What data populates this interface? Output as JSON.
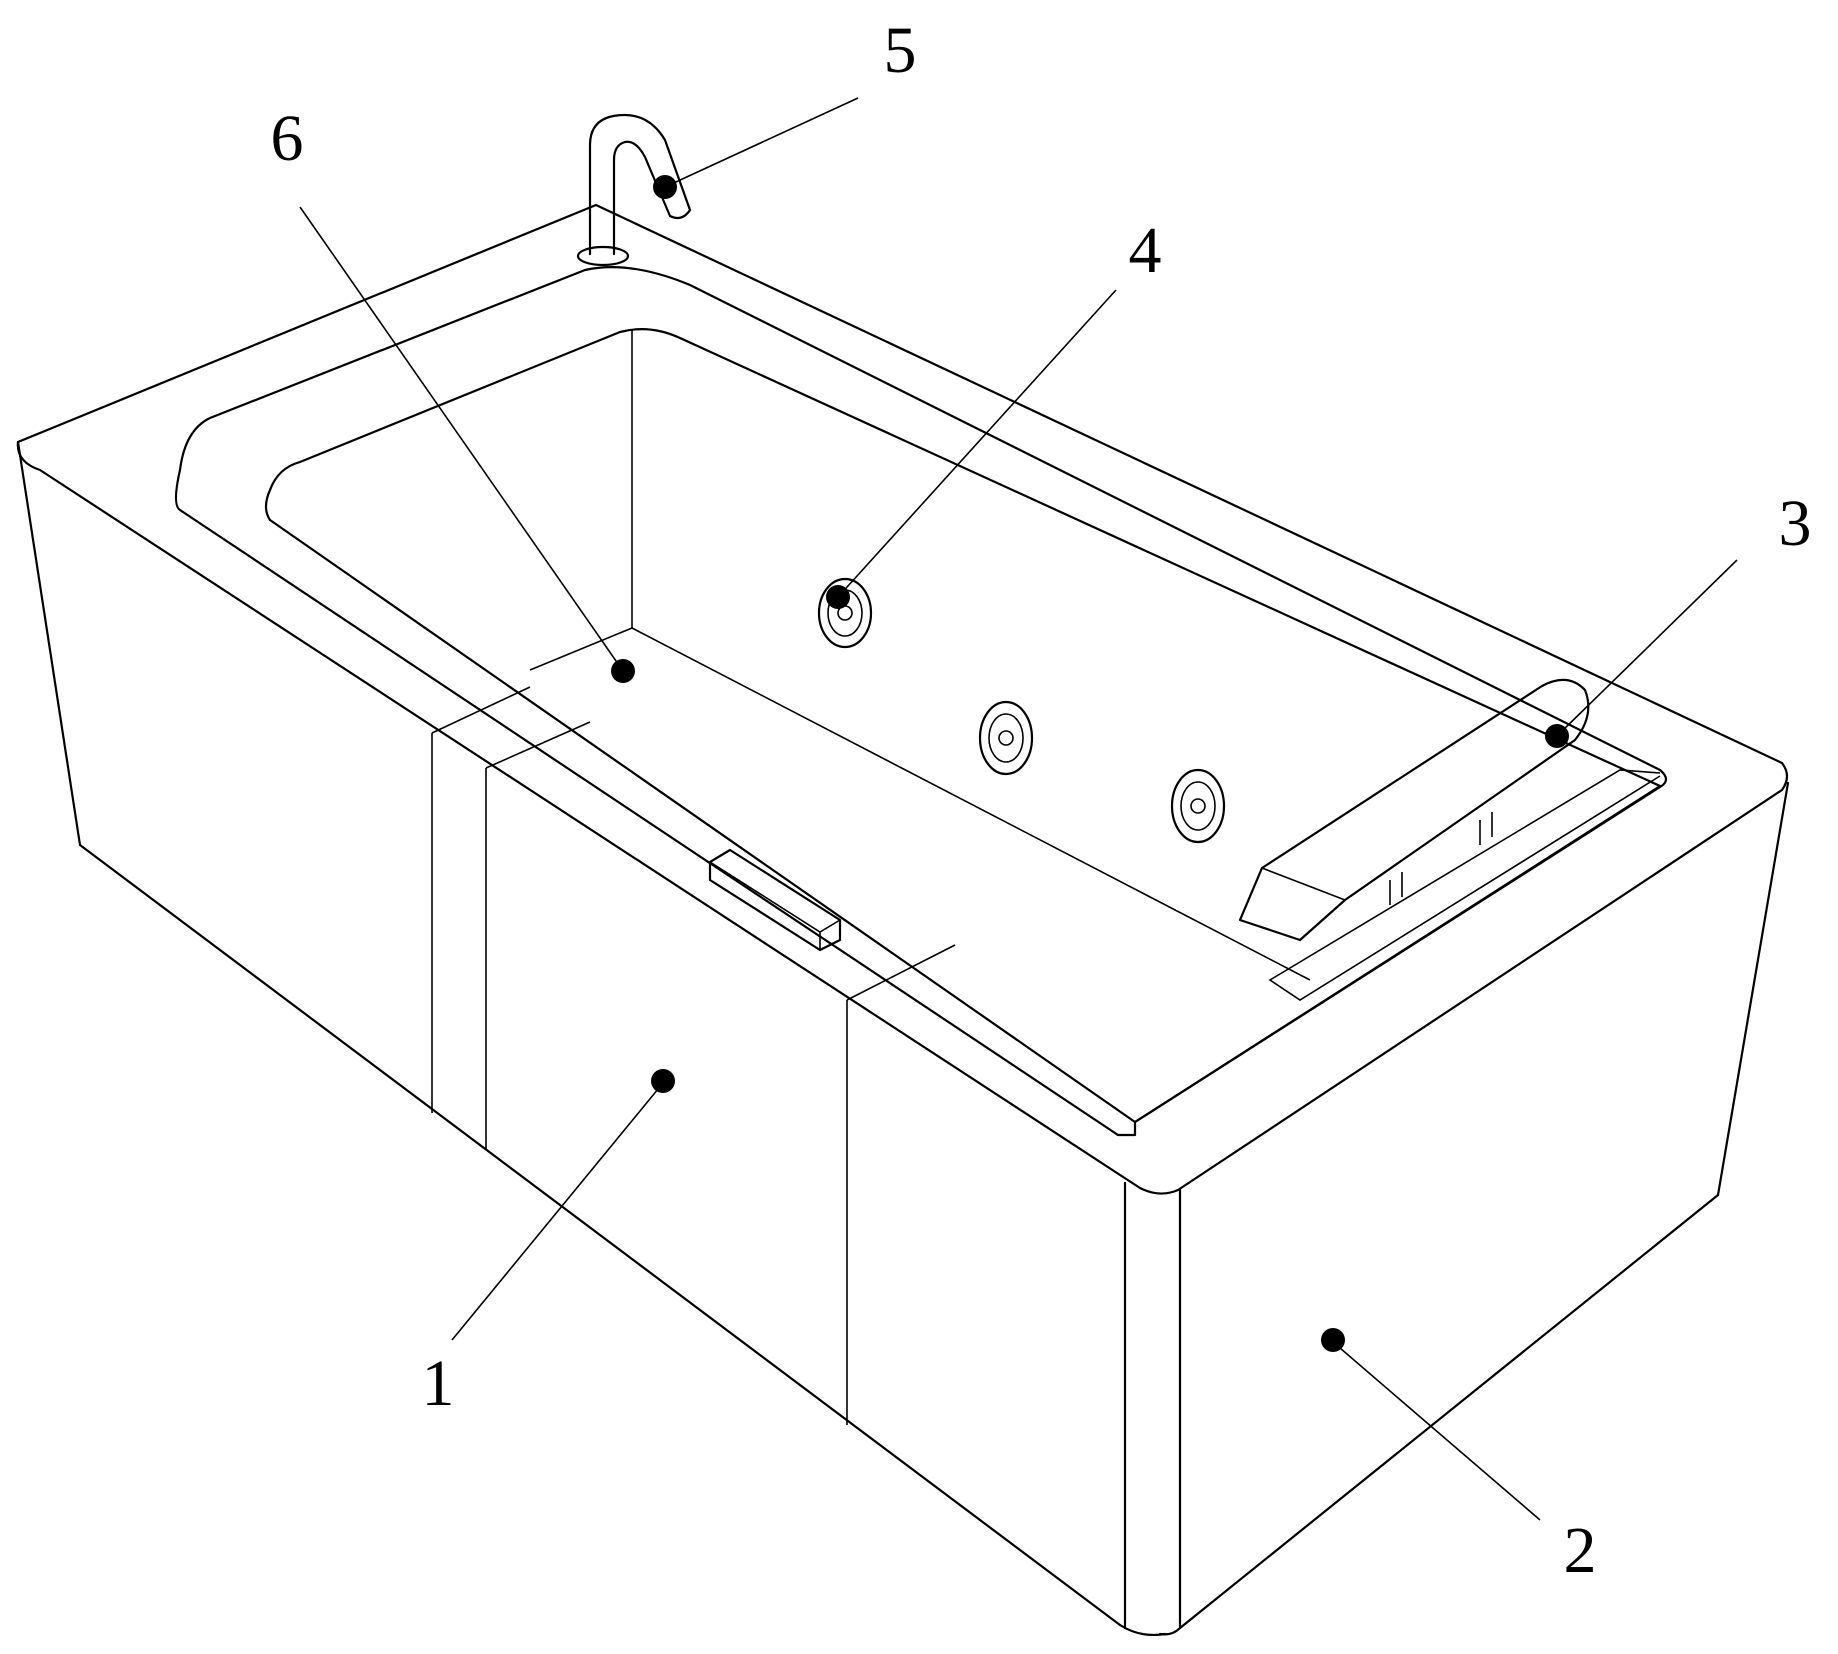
{
  "diagram": {
    "callouts": [
      {
        "id": "1",
        "text": "1",
        "target": "front-panel"
      },
      {
        "id": "2",
        "text": "2",
        "target": "side-panel"
      },
      {
        "id": "3",
        "text": "3",
        "target": "headrest"
      },
      {
        "id": "4",
        "text": "4",
        "target": "massage-jet"
      },
      {
        "id": "5",
        "text": "5",
        "target": "faucet"
      },
      {
        "id": "6",
        "text": "6",
        "target": "tub-basin"
      }
    ],
    "colors": {
      "stroke": "#000000",
      "background": "#ffffff"
    }
  }
}
